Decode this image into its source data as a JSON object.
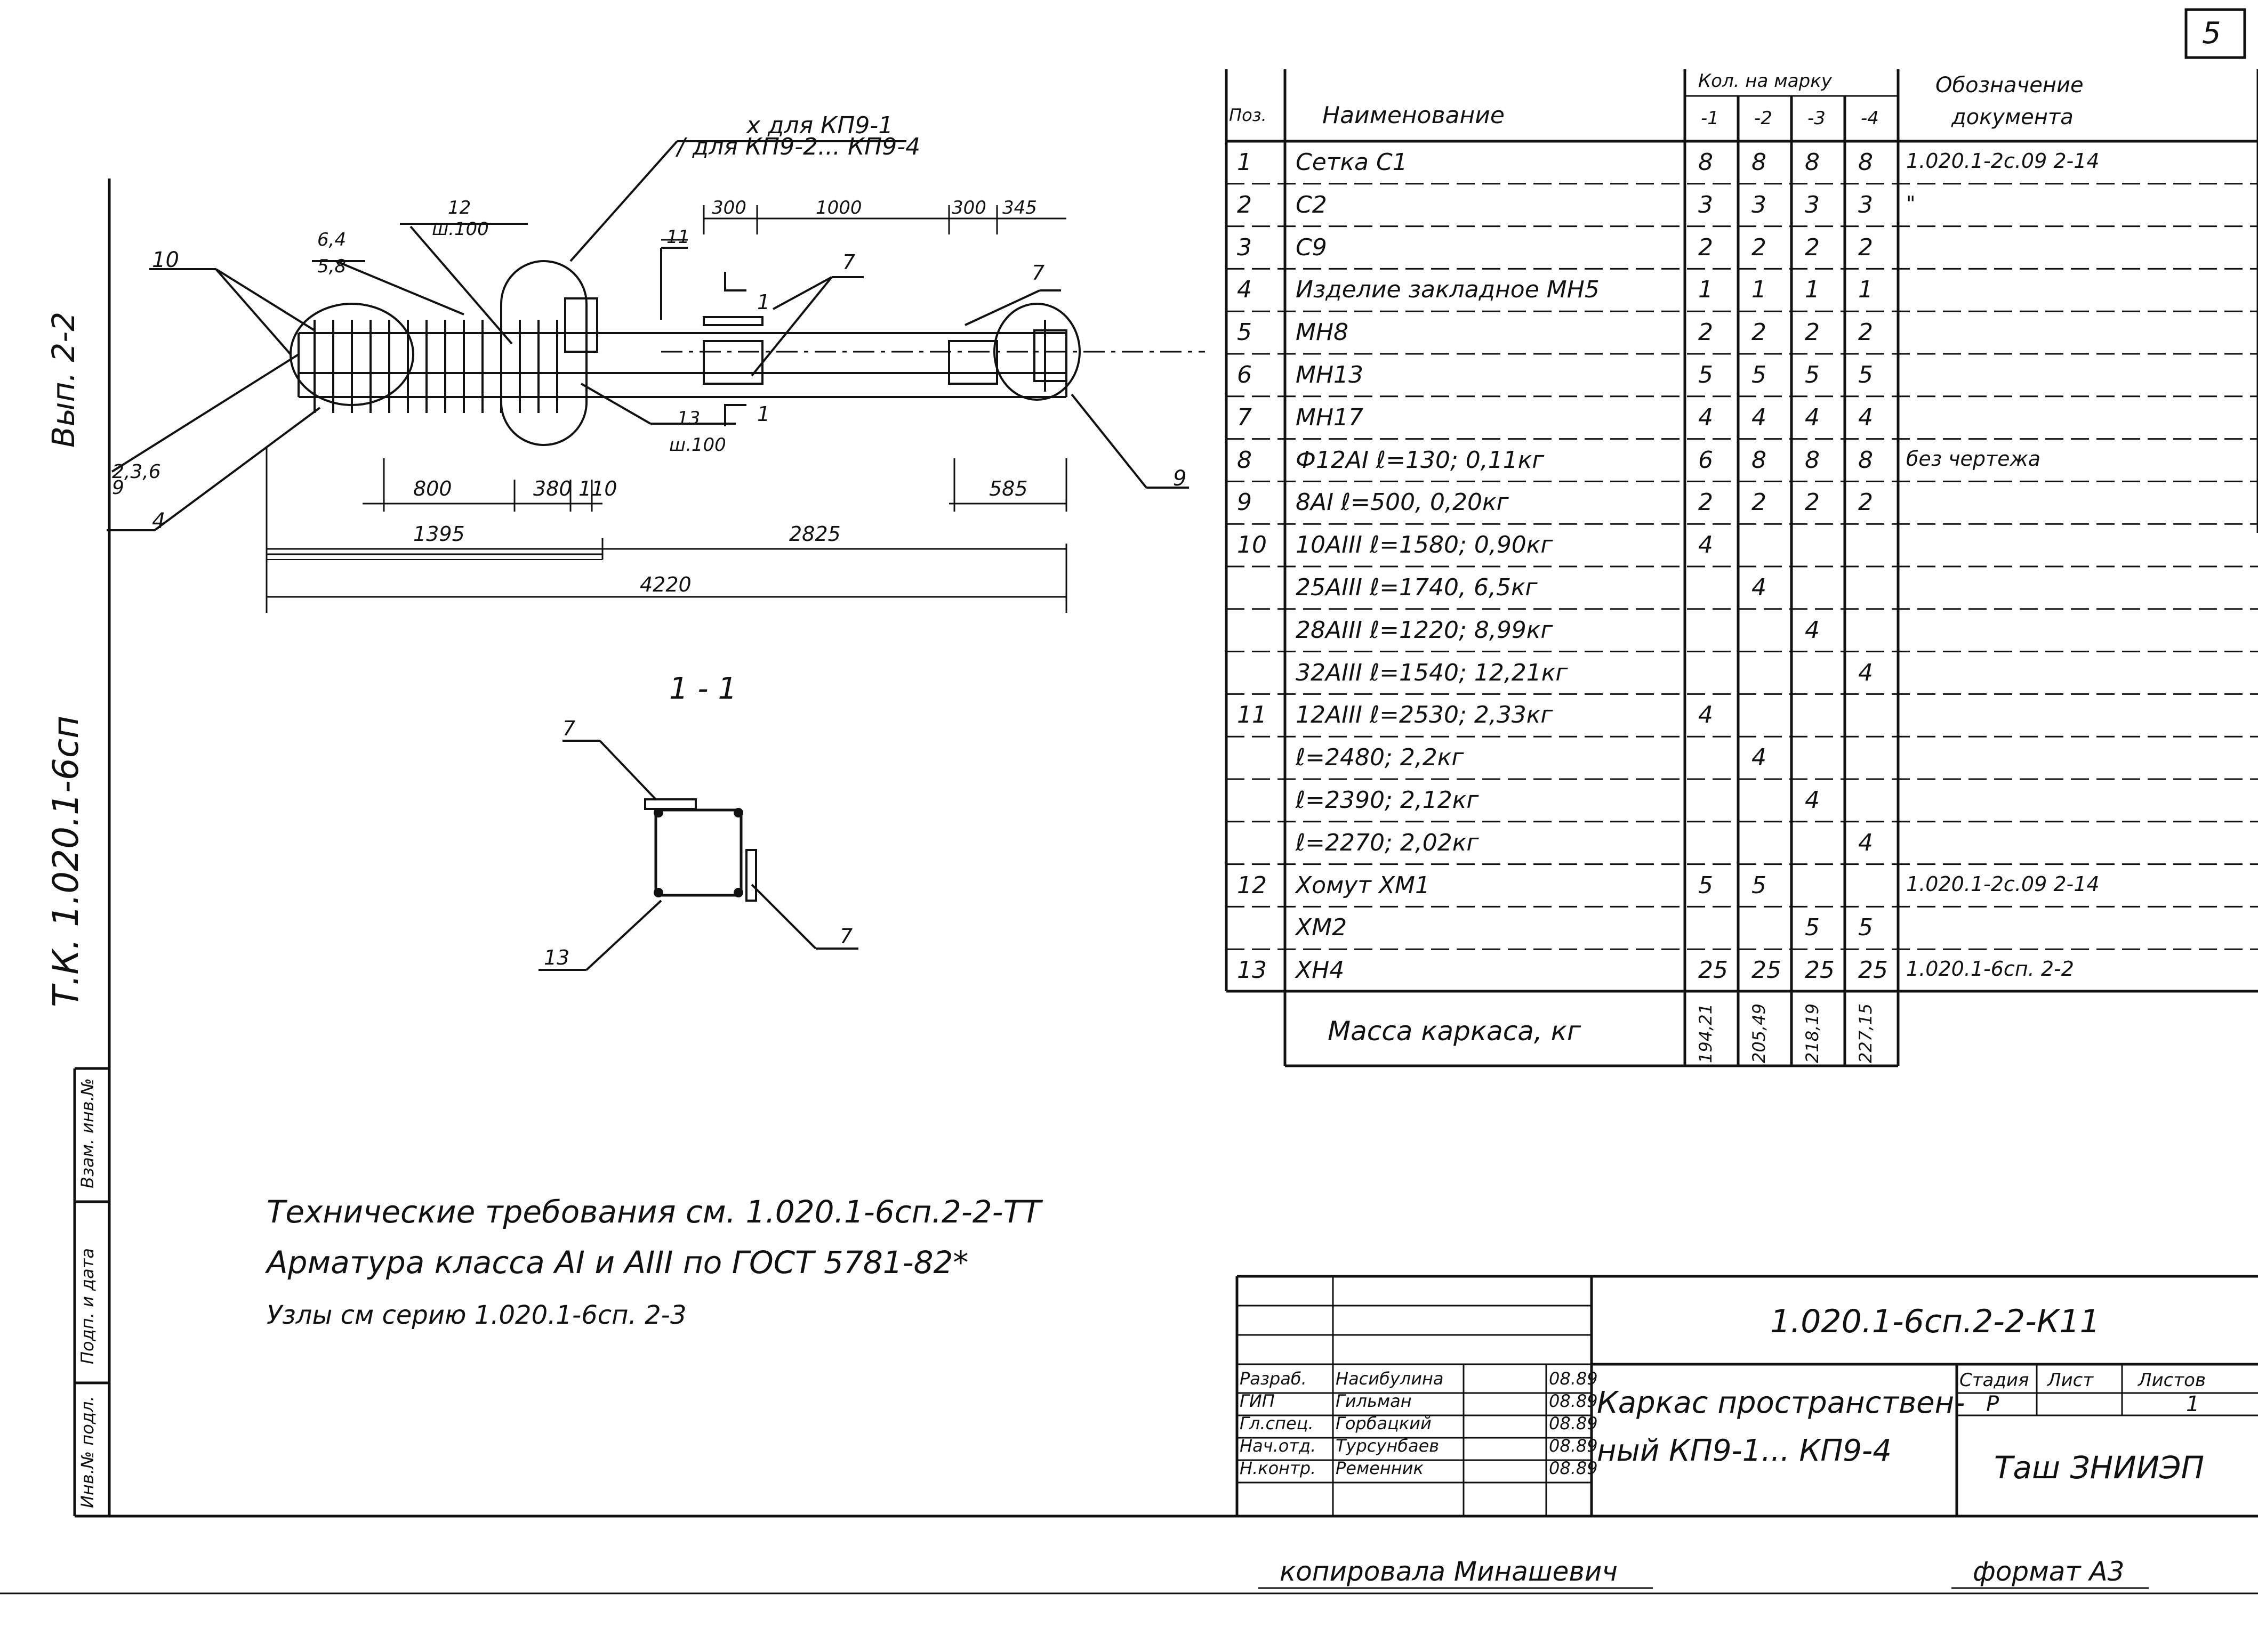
{
  "corner_mark": "5",
  "left_margin": {
    "issue": "Вып. 2-2",
    "series": "Т.К. 1.020.1-6сп",
    "stamp_cols": [
      "Инв.№ подл.",
      "Подп. и дата",
      "Взам. инв.№"
    ]
  },
  "drawing": {
    "callout_note_1": "х для КП9-1",
    "callout_note_2": "/ для КП9-2... КП9-4",
    "section_11": "1 - 1",
    "labels": {
      "p10": "10",
      "p236": "2,3,6",
      "p9a": "9",
      "p4": "4",
      "p9b": "9",
      "p12": "12",
      "sh100": "ш.100",
      "l64": "6,4",
      "l58": "5,8",
      "p13": "13",
      "sh100b": "ш.100",
      "p11a": "11",
      "p1a": "1",
      "p1b": "1",
      "p7a": "7",
      "p7b": "7",
      "p7c": "7",
      "p7d": "7",
      "p13b": "13"
    },
    "dims": {
      "d300": "300",
      "d1000": "1000",
      "d300b": "300",
      "d345": "345",
      "d800": "800",
      "d380": "380",
      "d110": "110",
      "d585": "585",
      "d1395": "1395",
      "d2825": "2825",
      "d4220": "4220"
    }
  },
  "spec": {
    "h_pos": "Поз.",
    "h_name": "Наименование",
    "h_qty": "Кол. на марку",
    "h_qty_cols": [
      "-1",
      "-2",
      "-3",
      "-4"
    ],
    "h_refs_1": "Обозначение",
    "h_refs_2": "документа",
    "rows": [
      {
        "pos": "1",
        "name": "Сетка С1",
        "q": [
          "8",
          "8",
          "8",
          "8"
        ],
        "ref": "1.020.1-2с.09 2-14"
      },
      {
        "pos": "2",
        "name": "С2",
        "q": [
          "3",
          "3",
          "3",
          "3"
        ],
        "ref": "\""
      },
      {
        "pos": "3",
        "name": "С9",
        "q": [
          "2",
          "2",
          "2",
          "2"
        ],
        "ref": ""
      },
      {
        "pos": "4",
        "name": "Изделие закладное МН5",
        "q": [
          "1",
          "1",
          "1",
          "1"
        ],
        "ref": ""
      },
      {
        "pos": "5",
        "name": "МН8",
        "q": [
          "2",
          "2",
          "2",
          "2"
        ],
        "ref": ""
      },
      {
        "pos": "6",
        "name": "МН13",
        "q": [
          "5",
          "5",
          "5",
          "5"
        ],
        "ref": ""
      },
      {
        "pos": "7",
        "name": "МН17",
        "q": [
          "4",
          "4",
          "4",
          "4"
        ],
        "ref": ""
      },
      {
        "pos": "8",
        "name": "Ф12АI   ℓ=130;  0,11кг",
        "q": [
          "6",
          "8",
          "8",
          "8"
        ],
        "ref": "без чертежа"
      },
      {
        "pos": "9",
        "name": "8АI    ℓ=500,  0,20кг",
        "q": [
          "2",
          "2",
          "2",
          "2"
        ],
        "ref": ""
      },
      {
        "pos": "10",
        "name": "10АIII  ℓ=1580;  0,90кг",
        "q": [
          "4",
          "",
          "",
          ""
        ],
        "ref": ""
      },
      {
        "pos": "",
        "name": "25АIII  ℓ=1740,  6,5кг",
        "q": [
          "",
          "4",
          "",
          ""
        ],
        "ref": ""
      },
      {
        "pos": "",
        "name": "28АIII  ℓ=1220;  8,99кг",
        "q": [
          "",
          "",
          "4",
          ""
        ],
        "ref": ""
      },
      {
        "pos": "",
        "name": "32АIII  ℓ=1540;  12,21кг",
        "q": [
          "",
          "",
          "",
          "4"
        ],
        "ref": ""
      },
      {
        "pos": "11",
        "name": "12АIII  ℓ=2530;  2,33кг",
        "q": [
          "4",
          "",
          "",
          ""
        ],
        "ref": ""
      },
      {
        "pos": "",
        "name": "ℓ=2480;  2,2кг",
        "q": [
          "",
          "4",
          "",
          ""
        ],
        "ref": ""
      },
      {
        "pos": "",
        "name": "ℓ=2390;  2,12кг",
        "q": [
          "",
          "",
          "4",
          ""
        ],
        "ref": ""
      },
      {
        "pos": "",
        "name": "ℓ=2270;  2,02кг",
        "q": [
          "",
          "",
          "",
          "4"
        ],
        "ref": ""
      },
      {
        "pos": "12",
        "name": "Хомут  ХМ1",
        "q": [
          "5",
          "5",
          "",
          ""
        ],
        "ref": "1.020.1-2с.09 2-14"
      },
      {
        "pos": "",
        "name": "ХМ2",
        "q": [
          "",
          "",
          "5",
          "5"
        ],
        "ref": ""
      },
      {
        "pos": "13",
        "name": "ХН4",
        "q": [
          "25",
          "25",
          "25",
          "25"
        ],
        "ref": "1.020.1-6сп. 2-2"
      }
    ],
    "mass_label": "Масса каркаса, кг",
    "mass_values": [
      "194,21",
      "205,49",
      "218,19",
      "227,15"
    ]
  },
  "notes": {
    "line1": "Технические требования  см. 1.020.1-6сп.2-2-ТТ",
    "line2": "Арматура  класса  АI и АIII по ГОСТ 5781-82*",
    "line3": "Узлы  см  серию  1.020.1-6сп. 2-3"
  },
  "title_block": {
    "code": "1.020.1-6сп.2-2-К11",
    "title_1": "Каркас пространствен-",
    "title_2": "ный  КП9-1... КП9-4",
    "stage_h": "Стадия",
    "sheet_h": "Лист",
    "sheets_h": "Листов",
    "stage": "Р",
    "sheets": "1",
    "org": "Таш ЗНИИЭП",
    "people": [
      {
        "role": "Разраб.",
        "name": "Насибулина",
        "date": "08.89"
      },
      {
        "role": "ГИП",
        "name": "Гильман",
        "date": "08.89"
      },
      {
        "role": "Гл.спец.",
        "name": "Горбацкий",
        "date": "08.89"
      },
      {
        "role": "Нач.отд.",
        "name": "Турсунбаев",
        "date": "08.89"
      },
      {
        "role": "Н.контр.",
        "name": "Ременник",
        "date": "08.89"
      }
    ]
  },
  "footer": {
    "copied": "копировала  Минашевич",
    "format": "формат А3"
  }
}
